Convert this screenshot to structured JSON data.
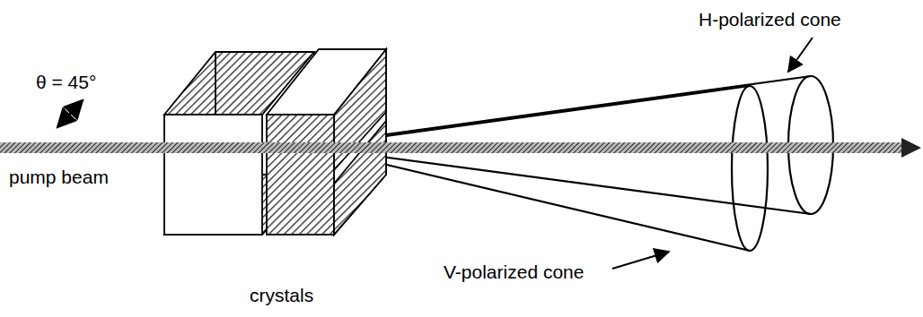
{
  "diagram": {
    "labels": [
      "θ = 45°",
      "pump beam",
      "crystals",
      "H-polarized cone",
      "V-polarized cone"
    ]
  }
}
